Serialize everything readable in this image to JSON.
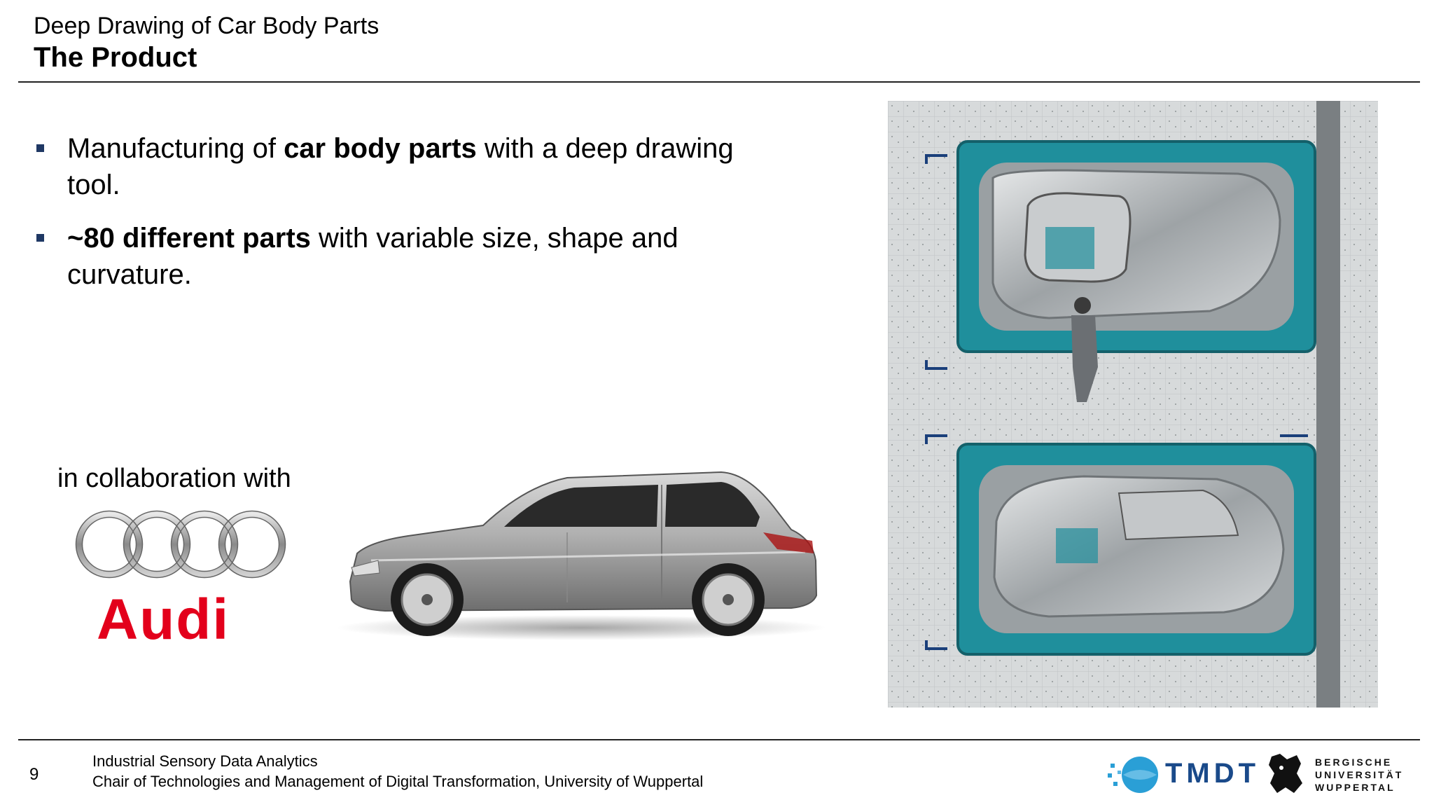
{
  "header": {
    "subtitle": "Deep Drawing of Car Body Parts",
    "title": "The Product"
  },
  "bullets": [
    {
      "pre": "Manufacturing of ",
      "bold": "car body parts",
      "post": " with a deep drawing tool."
    },
    {
      "pre": "",
      "bold": "~80 different parts",
      "post": " with variable size, shape and curvature."
    }
  ],
  "collaboration": {
    "label": "in collaboration with",
    "brand": "Audi"
  },
  "footer": {
    "page_number": "9",
    "line1": "Industrial Sensory Data Analytics",
    "line2": "Chair of Technologies and Management of Digital Transformation, University of Wuppertal",
    "tmdt": "TMDT",
    "university": [
      "BERGISCHE",
      "UNIVERSITÄT",
      "WUPPERTAL"
    ]
  },
  "colors": {
    "bullet": "#1f3864",
    "audi_red": "#e3001b",
    "tmdt_blue": "#1a4a8a",
    "tool_teal": "#1f8f9c"
  }
}
